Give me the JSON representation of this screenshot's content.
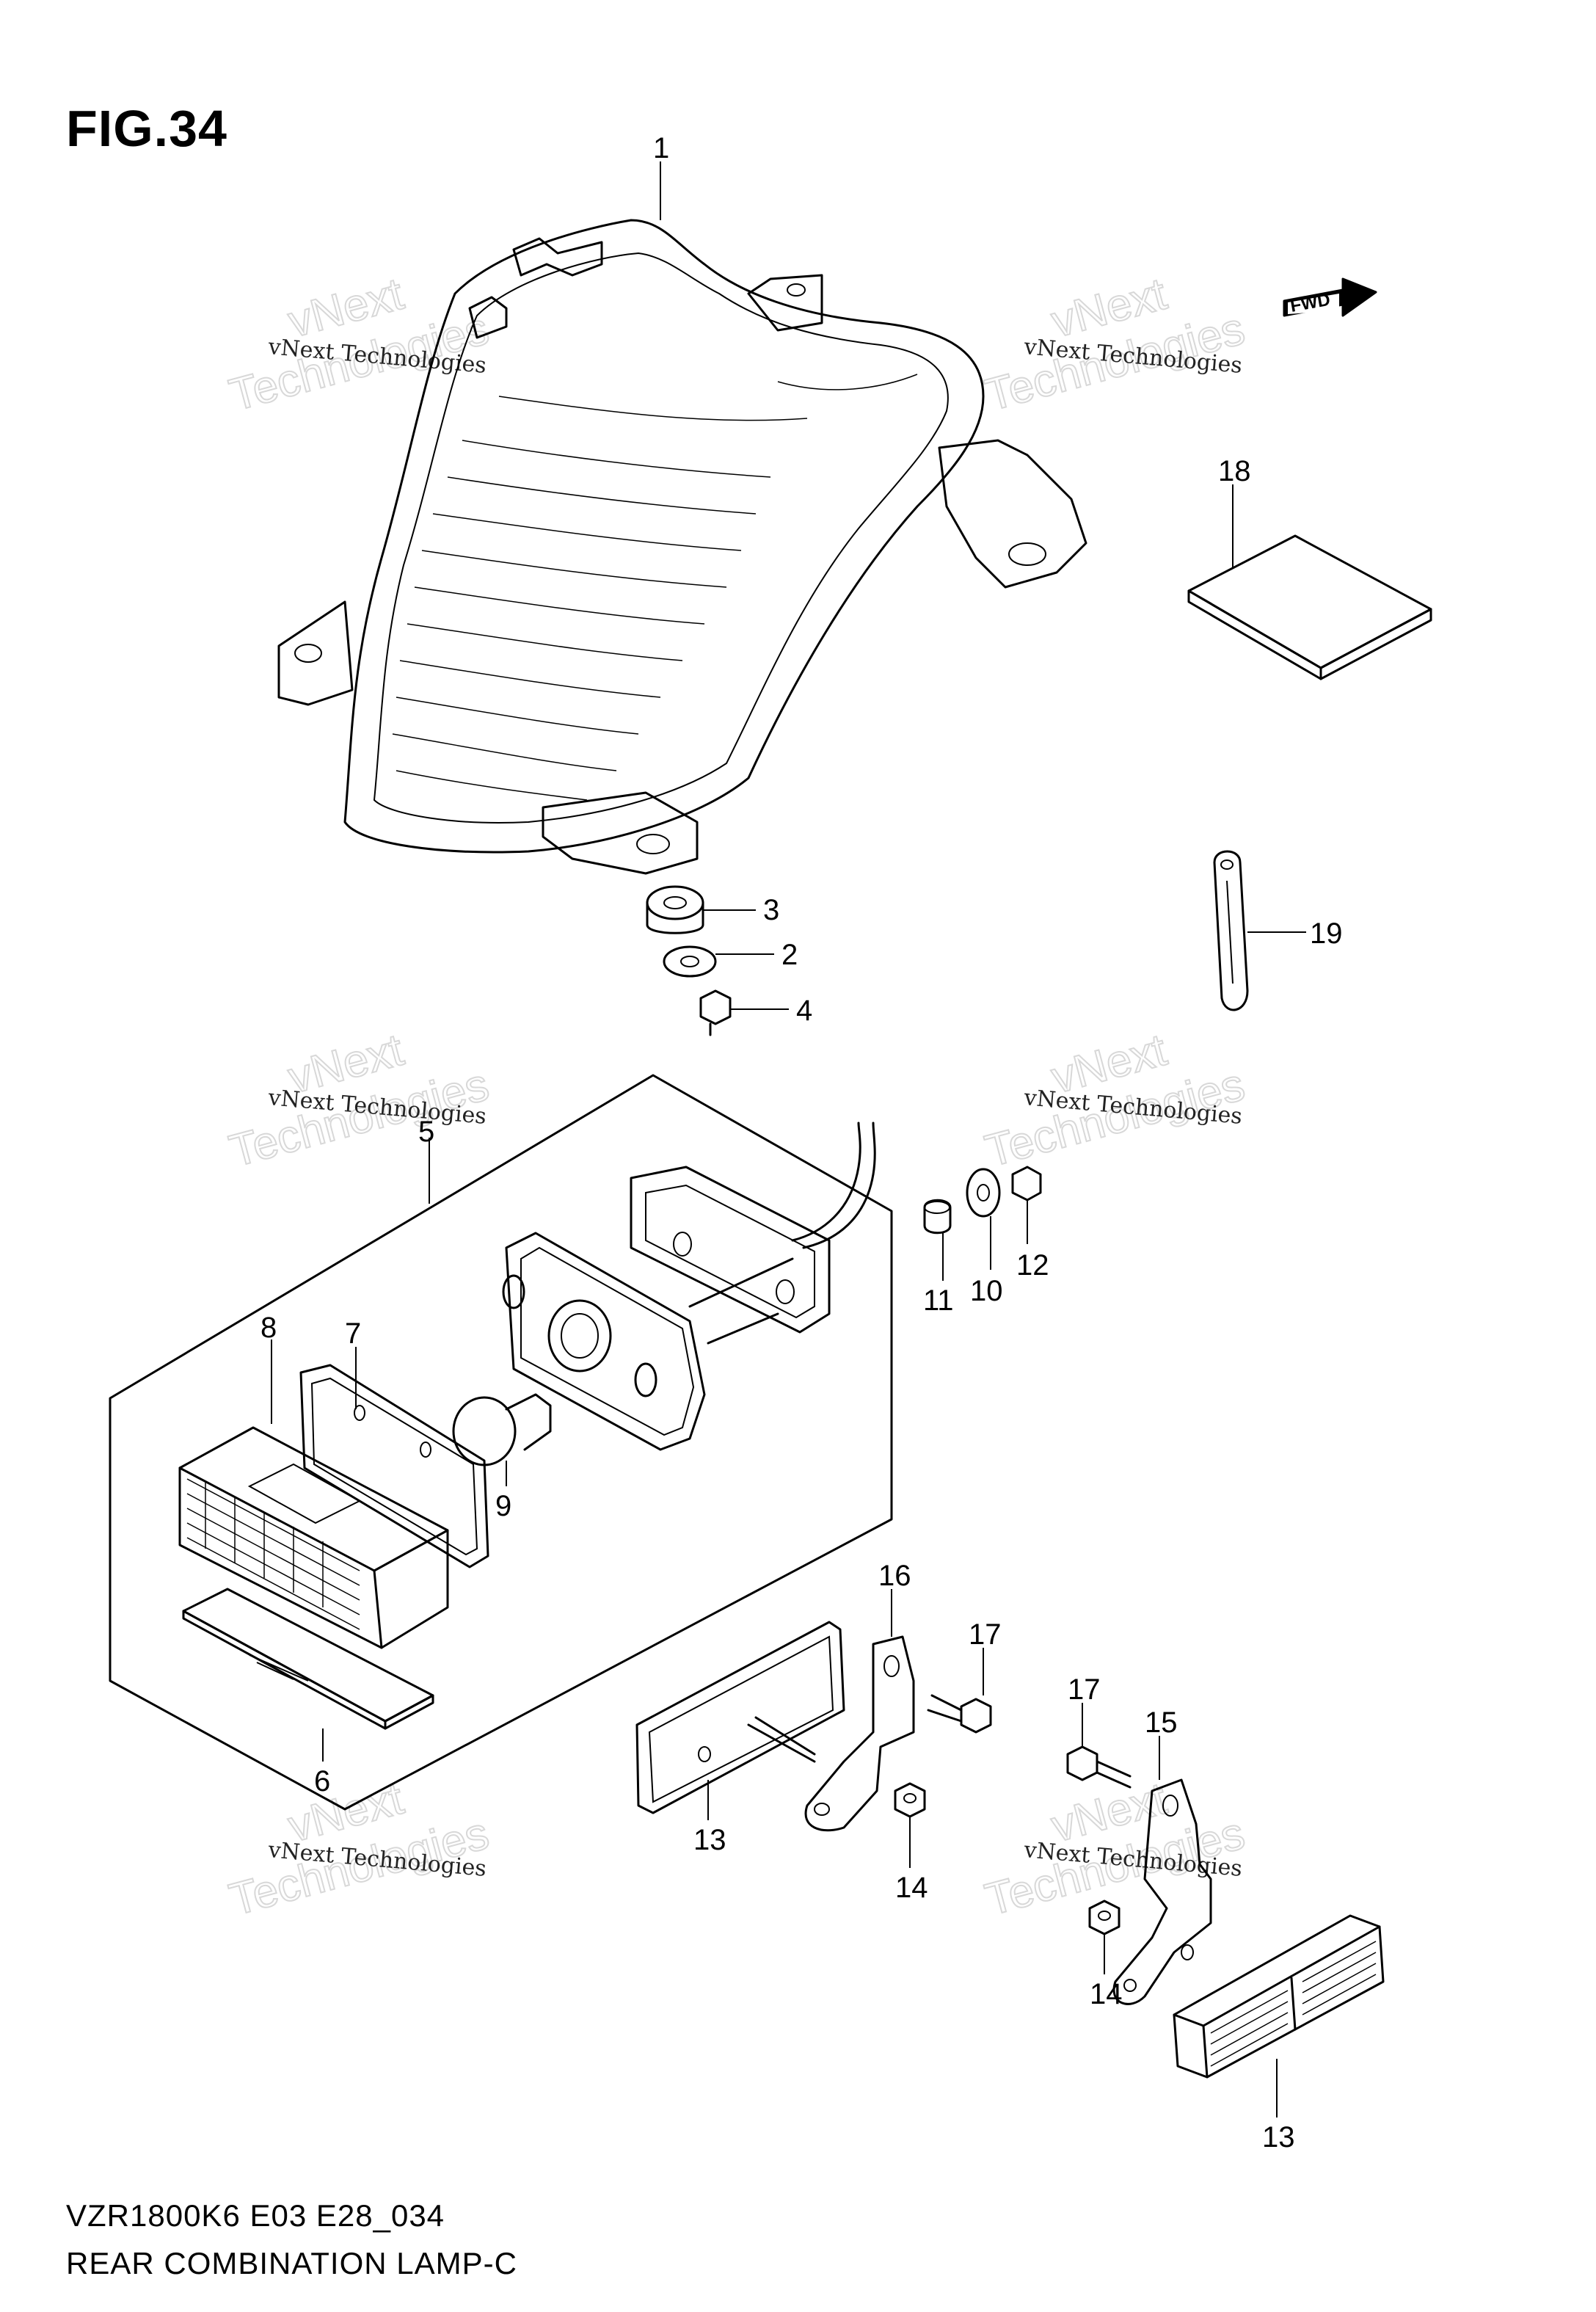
{
  "figure": {
    "title": "FIG.34",
    "fwd_label": "FWD"
  },
  "footer": {
    "code": "VZR1800K6 E03 E28_034",
    "caption": "REAR COMBINATION LAMP-C"
  },
  "watermark": {
    "line1": "vNext Technologies",
    "line2": "vNext",
    "line3": "Technologies"
  },
  "callouts": {
    "p1": "1",
    "p2": "2",
    "p3": "3",
    "p4": "4",
    "p5": "5",
    "p6": "6",
    "p7": "7",
    "p8": "8",
    "p9": "9",
    "p10": "10",
    "p11": "11",
    "p12": "12",
    "p13a": "13",
    "p13b": "13",
    "p14a": "14",
    "p14b": "14",
    "p15": "15",
    "p16": "16",
    "p17a": "17",
    "p17b": "17",
    "p18": "18",
    "p19": "19"
  }
}
